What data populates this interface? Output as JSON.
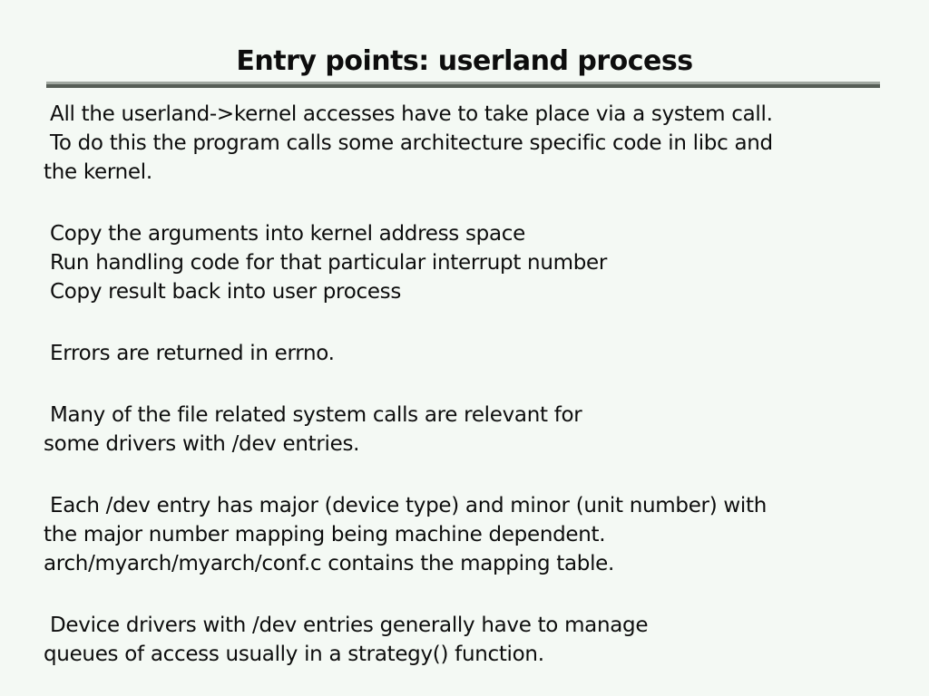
{
  "slide": {
    "title": "Entry points: userland process",
    "colors": {
      "background": "#f4f9f4",
      "text": "#0d0d0d",
      "divider_top": "#a0a8a0",
      "divider_bottom": "#565e56"
    },
    "paragraphs": [
      {
        "lines": [
          " All the userland->kernel accesses have to take place via a system call.",
          " To do this the program calls some architecture specific code in libc and",
          "the kernel."
        ]
      },
      {
        "lines": [
          " Copy the arguments into kernel address space",
          " Run handling code for that particular interrupt number",
          " Copy result back into user process"
        ]
      },
      {
        "lines": [
          " Errors are returned in errno."
        ]
      },
      {
        "lines": [
          " Many of the file related system calls are relevant for",
          "some drivers with /dev entries."
        ]
      },
      {
        "lines": [
          " Each /dev entry has major (device type) and minor (unit number) with",
          "the major number mapping being machine dependent.",
          "arch/myarch/myarch/conf.c contains the mapping table."
        ]
      },
      {
        "lines": [
          " Device drivers with /dev entries generally have to manage",
          "queues of access usually in a strategy() function."
        ]
      }
    ]
  }
}
